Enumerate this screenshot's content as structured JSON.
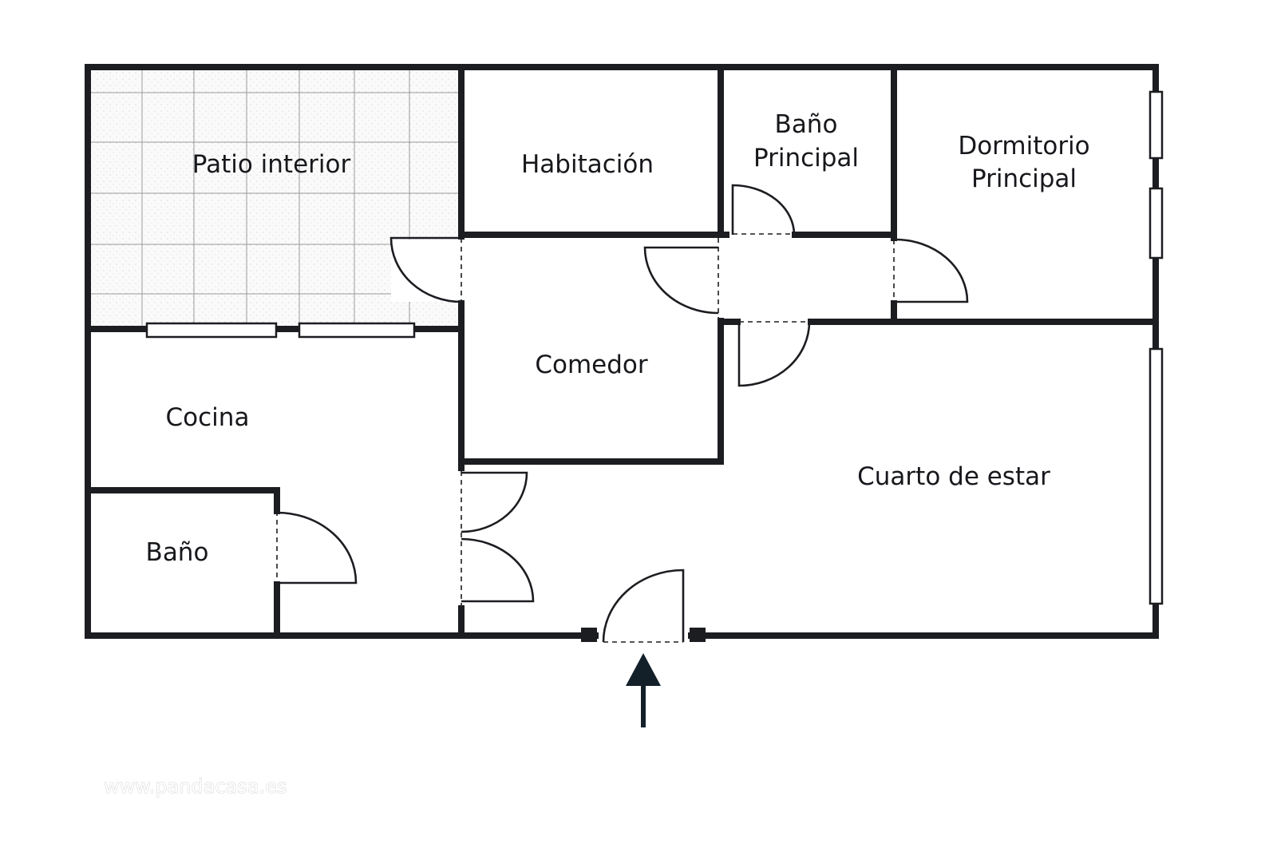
{
  "rooms": {
    "patio": "Patio interior",
    "habitacion": "Habitación",
    "bano_principal_1": "Baño",
    "bano_principal_2": "Principal",
    "dormitorio_1": "Dormitorio",
    "dormitorio_2": "Principal",
    "comedor": "Comedor",
    "cocina": "Cocina",
    "cuarto": "Cuarto de estar",
    "bano": "Baño"
  },
  "watermark": "www.pandacasa.es",
  "colors": {
    "wall": "#1c1d21",
    "arrow": "#13202a"
  }
}
